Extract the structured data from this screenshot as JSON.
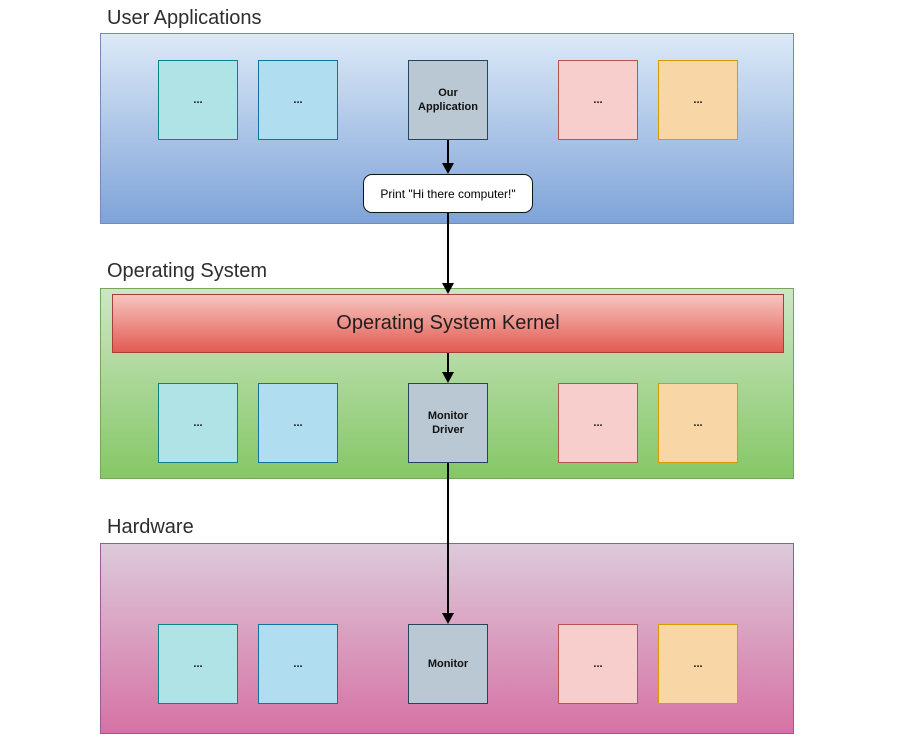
{
  "diagram": {
    "title": "Layered OS diagram: user application printing to a monitor",
    "print_note": "Print \"Hi there computer!\"",
    "sections": [
      {
        "name": "user-applications",
        "heading": "User Applications",
        "boxes": [
          {
            "name": "other-app-1",
            "label": "..."
          },
          {
            "name": "other-app-2",
            "label": "..."
          },
          {
            "name": "our-application",
            "label": "Our Application"
          },
          {
            "name": "other-app-3",
            "label": "..."
          },
          {
            "name": "other-app-4",
            "label": "..."
          }
        ]
      },
      {
        "name": "operating-system",
        "heading": "Operating System",
        "kernel_label": "Operating System Kernel",
        "boxes": [
          {
            "name": "other-driver-1",
            "label": "..."
          },
          {
            "name": "other-driver-2",
            "label": "..."
          },
          {
            "name": "monitor-driver",
            "label": "Monitor Driver"
          },
          {
            "name": "other-driver-3",
            "label": "..."
          },
          {
            "name": "other-driver-4",
            "label": "..."
          }
        ]
      },
      {
        "name": "hardware",
        "heading": "Hardware",
        "boxes": [
          {
            "name": "other-hardware-1",
            "label": "..."
          },
          {
            "name": "other-hardware-2",
            "label": "..."
          },
          {
            "name": "monitor",
            "label": "Monitor"
          },
          {
            "name": "other-hardware-3",
            "label": "..."
          },
          {
            "name": "other-hardware-4",
            "label": "..."
          }
        ]
      }
    ],
    "colors": {
      "band_apps_gradient_top": "#dce9f7",
      "band_apps_gradient_bottom": "#7fa3d8",
      "band_apps_border": "#7589ba",
      "band_os_gradient_top": "#cde6c5",
      "band_os_gradient_bottom": "#85c767",
      "band_os_border": "#76a65c",
      "band_hw_gradient_top": "#dccada",
      "band_hw_gradient_bottom": "#d672a4",
      "band_hw_border": "#9a5a94",
      "kernel_gradient_top": "#f6c5bf",
      "kernel_gradient_bottom": "#e25b52",
      "kernel_border": "#a63f3a",
      "box_teal_fill": "#b0e3e6",
      "box_teal_border": "#0e8088",
      "box_blue_fill": "#b1ddf0",
      "box_blue_border": "#10739e",
      "box_gray_fill": "#bac8d3",
      "box_gray_border": "#23445d",
      "box_pink_fill": "#f8cecc",
      "box_pink_border": "#b85450",
      "box_orange_fill": "#f8d6a5",
      "box_orange_border": "#d79b00",
      "arrow": "#000000"
    }
  }
}
